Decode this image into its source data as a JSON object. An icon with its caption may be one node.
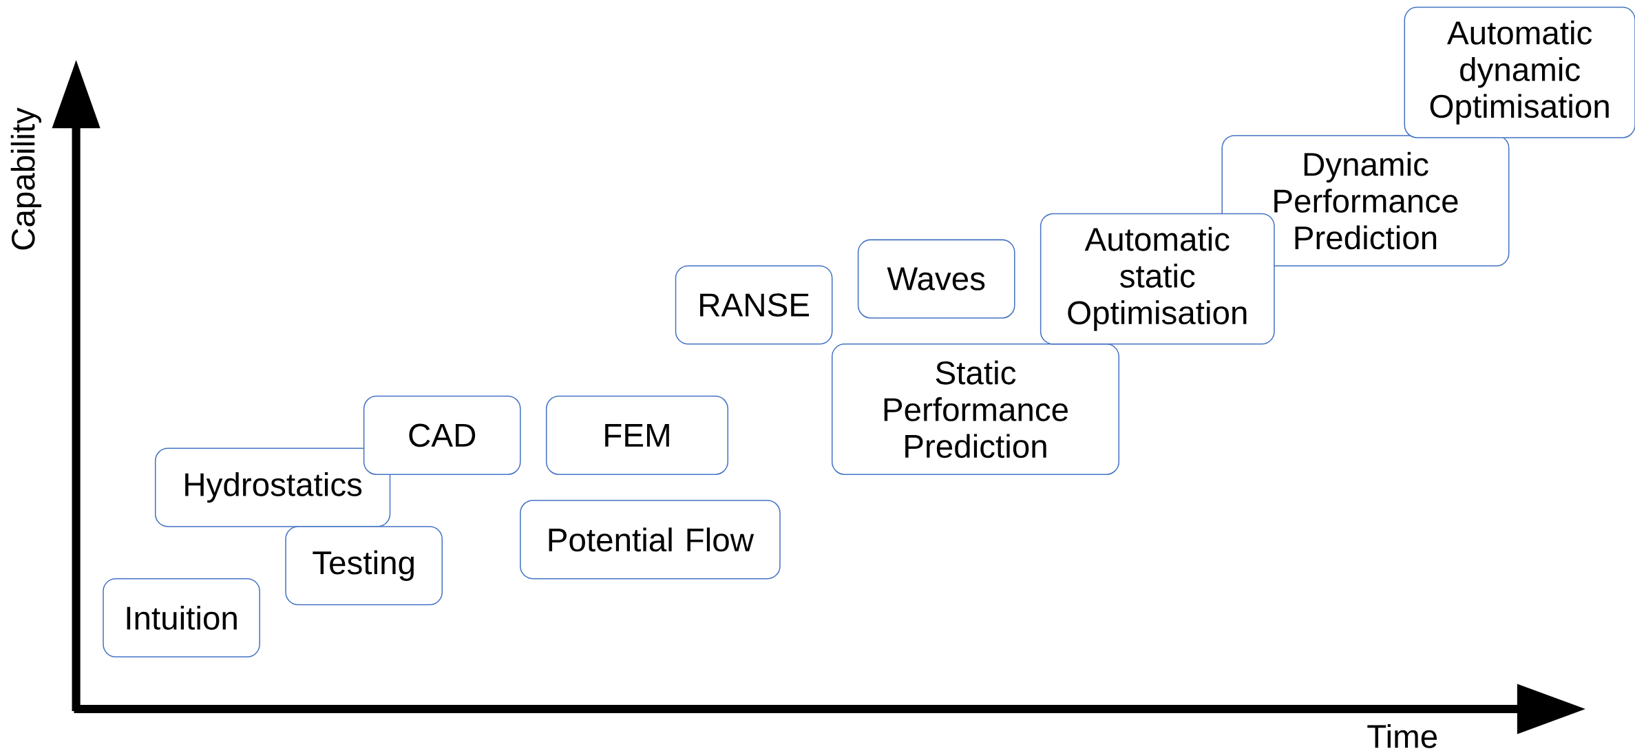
{
  "diagram": {
    "nodes": [
      {
        "text": [
          "Intuition"
        ]
      },
      {
        "text": [
          "Hydrostatics"
        ]
      },
      {
        "text": [
          "Testing"
        ]
      },
      {
        "text": [
          "CAD"
        ]
      },
      {
        "text": [
          "Potential Flow"
        ]
      },
      {
        "text": [
          "FEM"
        ]
      },
      {
        "text": [
          "RANSE"
        ]
      },
      {
        "text": [
          "Waves"
        ]
      },
      {
        "text": [
          "Static Performance Prediction"
        ]
      },
      {
        "text": [
          "Automatic static Optimisation"
        ]
      },
      {
        "text": [
          "Dynamic Performance Prediction"
        ]
      },
      {
        "text": [
          "Automatic dynamic Optimisation"
        ]
      }
    ],
    "labels": [
      "Capability",
      "Time"
    ]
  }
}
